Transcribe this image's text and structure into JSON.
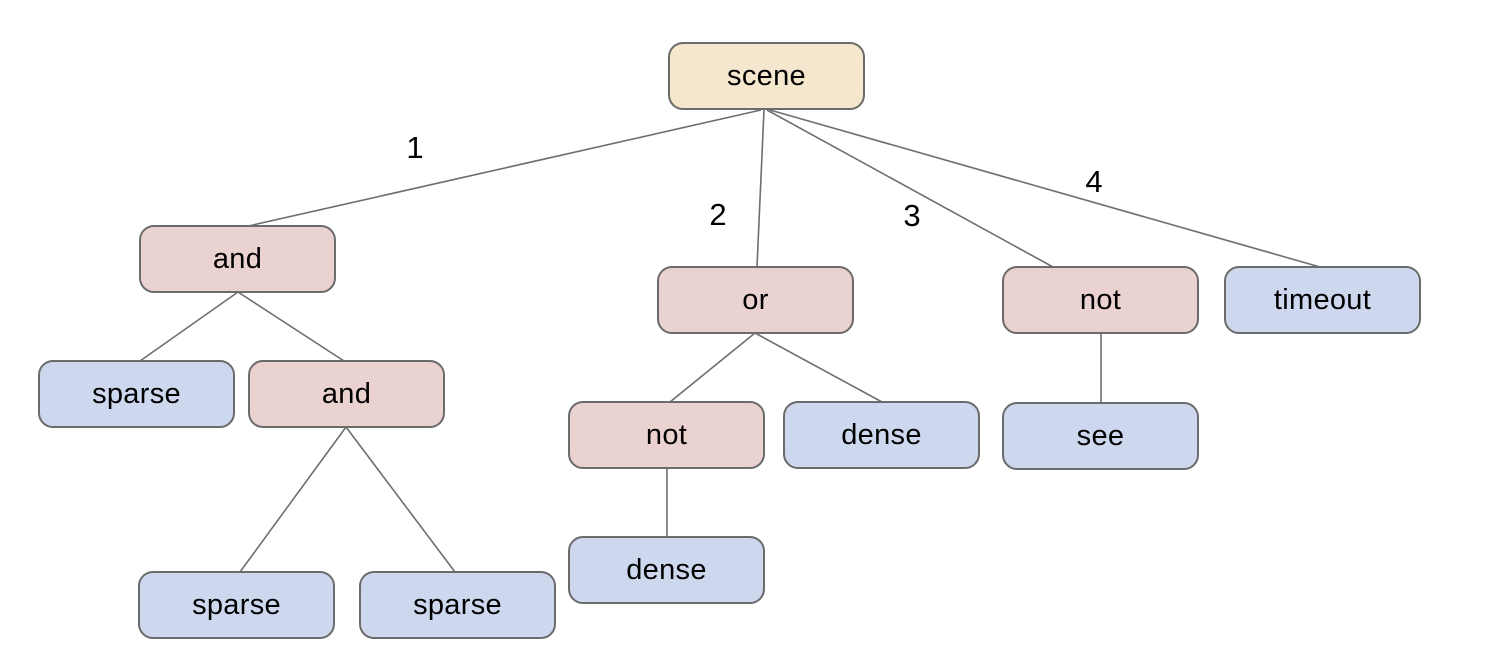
{
  "diagram": {
    "description": "behavior tree rooted at scene with four numbered branches",
    "colors": {
      "root_fill": "#f5e7cd",
      "operator_fill": "#ead2d0",
      "leaf_fill": "#cdd8ef",
      "node_border": "#6b6b6b",
      "edge_stroke": "#6e6e6e",
      "text": "#000000",
      "background": "#ffffff"
    },
    "nodes": [
      {
        "id": "scene",
        "label": "scene",
        "type": "root"
      },
      {
        "id": "and-1",
        "label": "and",
        "type": "operator"
      },
      {
        "id": "or-1",
        "label": "or",
        "type": "operator"
      },
      {
        "id": "not-1",
        "label": "not",
        "type": "operator"
      },
      {
        "id": "timeout-1",
        "label": "timeout",
        "type": "leaf"
      },
      {
        "id": "sparse-1",
        "label": "sparse",
        "type": "leaf"
      },
      {
        "id": "and-2",
        "label": "and",
        "type": "operator"
      },
      {
        "id": "not-2",
        "label": "not",
        "type": "operator"
      },
      {
        "id": "dense-1",
        "label": "dense",
        "type": "leaf"
      },
      {
        "id": "see-1",
        "label": "see",
        "type": "leaf"
      },
      {
        "id": "sparse-2",
        "label": "sparse",
        "type": "leaf"
      },
      {
        "id": "sparse-3",
        "label": "sparse",
        "type": "leaf"
      },
      {
        "id": "dense-2",
        "label": "dense",
        "type": "leaf"
      }
    ],
    "edges": [
      {
        "from": "scene",
        "to": "and-1",
        "label": "1"
      },
      {
        "from": "scene",
        "to": "or-1",
        "label": "2"
      },
      {
        "from": "scene",
        "to": "not-1",
        "label": "3"
      },
      {
        "from": "scene",
        "to": "timeout-1",
        "label": "4"
      },
      {
        "from": "and-1",
        "to": "sparse-1",
        "label": ""
      },
      {
        "from": "and-1",
        "to": "and-2",
        "label": ""
      },
      {
        "from": "and-2",
        "to": "sparse-2",
        "label": ""
      },
      {
        "from": "and-2",
        "to": "sparse-3",
        "label": ""
      },
      {
        "from": "or-1",
        "to": "not-2",
        "label": ""
      },
      {
        "from": "or-1",
        "to": "dense-1",
        "label": ""
      },
      {
        "from": "not-2",
        "to": "dense-2",
        "label": ""
      },
      {
        "from": "not-1",
        "to": "see-1",
        "label": ""
      }
    ]
  }
}
